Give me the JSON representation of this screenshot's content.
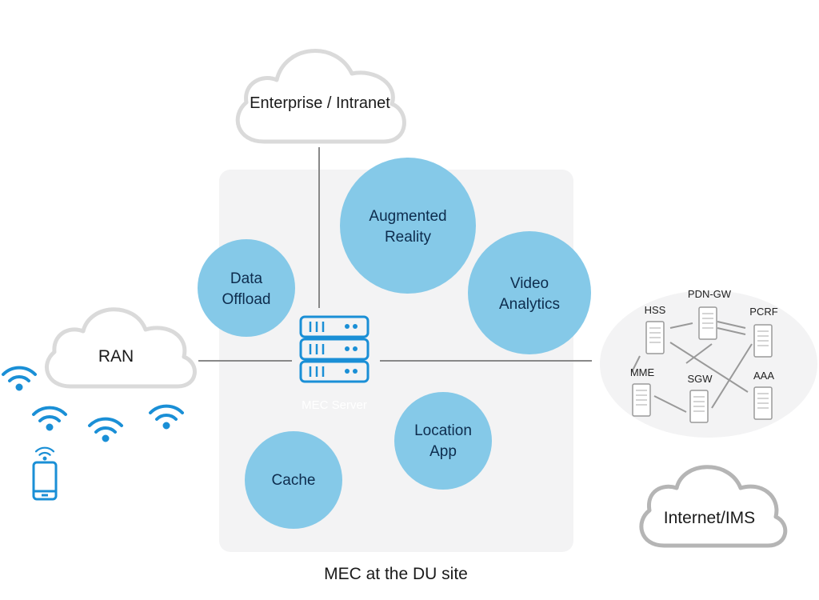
{
  "diagram": {
    "caption": "MEC at the DU site",
    "clouds": {
      "enterprise": "Enterprise / Intranet",
      "ran": "RAN",
      "internet": "Internet/IMS"
    },
    "server_label": "MEC Server",
    "apps": {
      "data_offload": [
        "Data",
        "Offload"
      ],
      "augmented_reality": [
        "Augmented",
        "Reality"
      ],
      "video_analytics": [
        "Video",
        "Analytics"
      ],
      "location_app": [
        "Location",
        "App"
      ],
      "cache": [
        "Cache"
      ]
    },
    "core_nodes": {
      "hss": "HSS",
      "pdn_gw": "PDN-GW",
      "pcrf": "PCRF",
      "mme": "MME",
      "sgw": "SGW",
      "aaa": "AAA"
    },
    "colors": {
      "bubble": "#85c9e8",
      "accent_blue": "#1a8fd6",
      "panel": "#f3f3f4",
      "line": "#888888",
      "cloud_stroke": "#d8d8d8"
    }
  }
}
